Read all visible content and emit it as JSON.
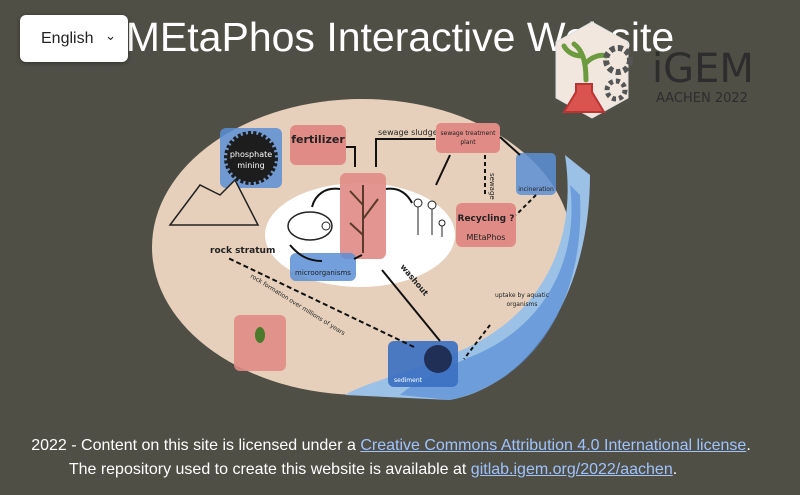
{
  "header": {
    "title": "MEtaPhos Interactive Website",
    "language": {
      "selected": "English"
    }
  },
  "logo": {
    "brand": "iGEM",
    "subtitle": "AACHEN 2022"
  },
  "diagram": {
    "labels": {
      "phosphate_mining": "phosphate mining",
      "fertilizer": "fertilizer",
      "sewage_sludge": "sewage sludge",
      "sewage_treatment_plant": "sewage treatment plant",
      "sewage": "sewage",
      "incineration": "incineration",
      "recycling": "Recycling ?",
      "metaphos": "MEtaPhos",
      "rock_stratum": "rock stratum",
      "microorganisms": "microorganisms",
      "washout": "washout",
      "uptake": "uptake by aquatic organisms",
      "rock_formation": "rock formation over millions of years",
      "sediment": "sediment"
    },
    "colors": {
      "background_ellipse": "#e6d0bb",
      "inner_ellipse": "#ffffff",
      "red_box": "#e08b85",
      "blue_box": "#5a8fd6",
      "river": "#9cc1e6"
    }
  },
  "footer": {
    "line1_prefix": "2022 - Content on this site is licensed under a ",
    "license_link": "Creative Commons Attribution 4.0 International license",
    "line1_suffix": ".",
    "line2_prefix": "The repository used to create this website is available at ",
    "repo_link": "gitlab.igem.org/2022/aachen",
    "line2_suffix": "."
  }
}
